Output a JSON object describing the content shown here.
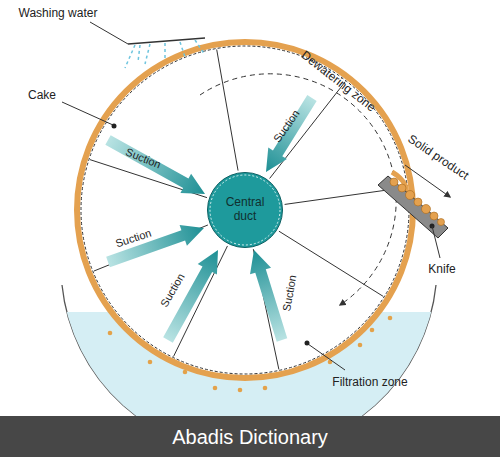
{
  "diagram": {
    "nodes": [
      {
        "text": [
          "Central duct"
        ]
      }
    ],
    "labels": [
      "Washing water",
      "Cake",
      "Dewatering zone",
      "Suction",
      "Suction",
      "Suction",
      "Suction",
      "Suction",
      "Solid product",
      "Knife",
      "Filtration zone",
      "Abadis Dictionary"
    ]
  }
}
